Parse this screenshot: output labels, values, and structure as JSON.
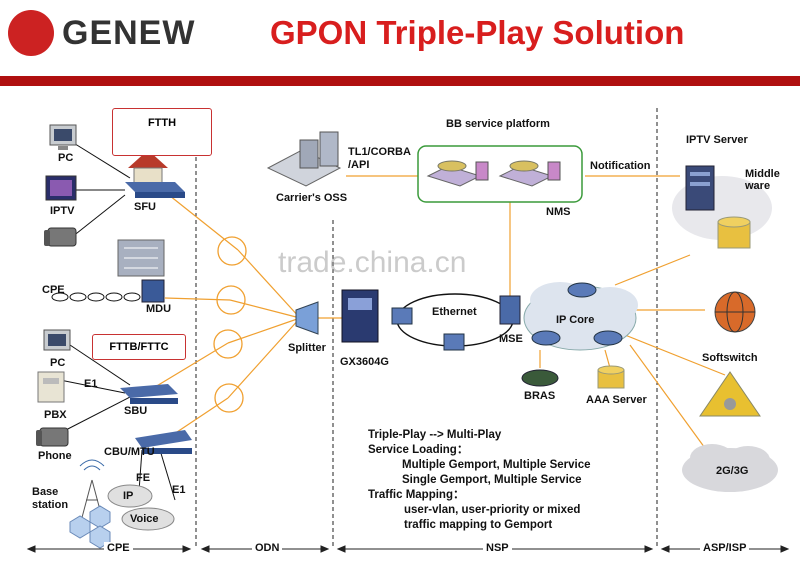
{
  "header": {
    "brand": "GENEW",
    "title": "GPON Triple-Play Solution"
  },
  "labels": {
    "pc_top": "PC",
    "iptv": "IPTV",
    "sfu": "SFU",
    "ftth": "FTTH",
    "cpe_left": "CPE",
    "mdu": "MDU",
    "fttb_fttc": "FTTB/FTTC",
    "pc_bottom": "PC",
    "e1_top": "E1",
    "pbx": "PBX",
    "sbu": "SBU",
    "phone": "Phone",
    "cbu_mtu": "CBU/MTU",
    "fe": "FE",
    "e1_bottom": "E1",
    "ip": "IP",
    "voice": "Voice",
    "base_station": "Base\nstation",
    "carriers_oss": "Carrier's OSS",
    "tl1": "TL1/CORBA\n/API",
    "bb_platform": "BB service platform",
    "notification": "Notification",
    "nms": "NMS",
    "iptv_server": "IPTV Server",
    "middleware": "Middle\nware",
    "splitter": "Splitter",
    "gx3604g": "GX3604G",
    "ethernet": "Ethernet",
    "mse": "MSE",
    "ip_core": "IP Core",
    "bras": "BRAS",
    "aaa_server": "AAA Server",
    "softswitch": "Softswitch",
    "g2g3g": "2G/3G"
  },
  "notes": {
    "line1": "Triple-Play --> Multi-Play",
    "line2": "Service Loading：",
    "line3": "Multiple Gemport, Multiple Service",
    "line4": "Single Gemport, Multiple Service",
    "line5": "Traffic Mapping：",
    "line6": "user-vlan, user-priority or mixed",
    "line7": "traffic mapping to Gemport"
  },
  "zones": {
    "cpe": "CPE",
    "odn": "ODN",
    "nsp": "NSP",
    "asp_isp": "ASP/ISP"
  },
  "watermark": "trade.china.cn",
  "colors": {
    "brand_red": "#d81e1e",
    "header_band": "#b01010",
    "fiber_orange": "#f0a030",
    "callout_border": "#c83232",
    "nms_border": "#3a9a3a"
  },
  "icons": [
    "pc-icon",
    "tv-icon",
    "house-icon",
    "phone-icon",
    "modem-icon",
    "building-icon",
    "pbx-icon",
    "antenna-icon",
    "server-rack-icon",
    "router-icon",
    "cloud-icon",
    "database-icon",
    "globe-icon",
    "gear-icon",
    "splitter-icon"
  ]
}
